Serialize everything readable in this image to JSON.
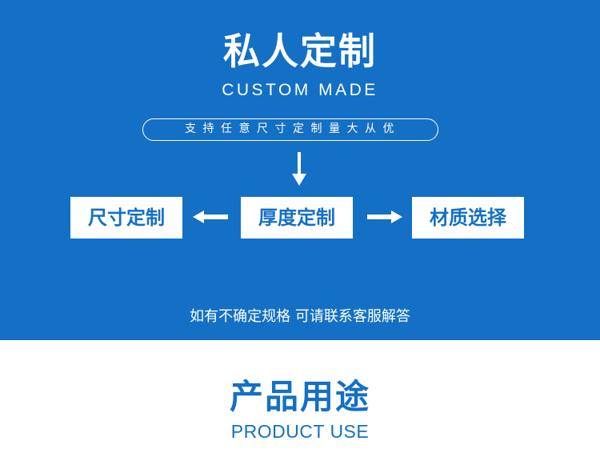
{
  "colors": {
    "primary": "#1470c4",
    "text_on_primary": "#ffffff",
    "background": "#ffffff"
  },
  "custom_section": {
    "title": "私人定制",
    "subtitle": "CUSTOM MADE",
    "tagline": "支持任意尺寸定制量大从优",
    "flow": {
      "left_box": "尺寸定制",
      "center_box": "厚度定制",
      "right_box": "材质选择",
      "icons": [
        "arrow-down-icon",
        "arrow-left-icon",
        "arrow-right-icon"
      ]
    },
    "note": "如有不确定规格 可请联系客服解答"
  },
  "product_section": {
    "title": "产品用途",
    "subtitle": "PRODUCT USE"
  }
}
